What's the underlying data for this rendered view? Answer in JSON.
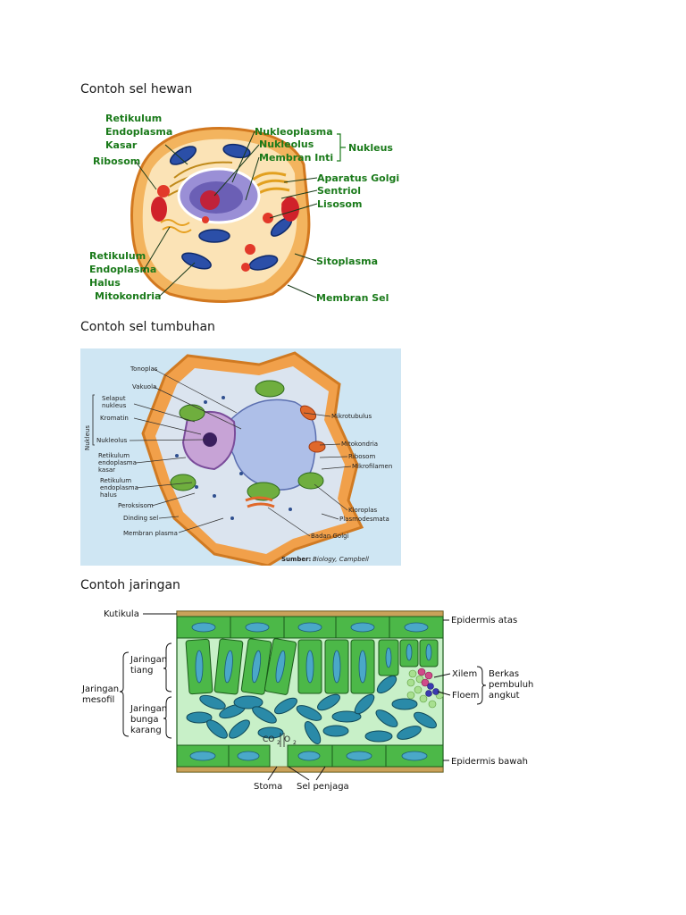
{
  "sections": {
    "animal_heading": "Contoh sel hewan",
    "plant_heading": "Contoh sel tumbuhan",
    "tissue_heading": "Contoh jaringan"
  },
  "animal": {
    "ret_kasar_1": "Retikulum",
    "ret_kasar_2": "Endoplasma",
    "ret_kasar_3": "Kasar",
    "ribosom": "Ribosom",
    "ret_halus_1": "Retikulum",
    "ret_halus_2": "Endoplasma",
    "ret_halus_3": "Halus",
    "mitokondria": "Mitokondria",
    "nukleoplasma": "Nukleoplasma",
    "nukleolus": "Nukleolus",
    "membran_inti": "Membran Inti",
    "nukleus": "Nukleus",
    "aparatus_golgi": "Aparatus Golgi",
    "sentriol": "Sentriol",
    "lisosom": "Lisosom",
    "sitoplasma": "Sitoplasma",
    "membran_sel": "Membran Sel"
  },
  "plant": {
    "tonoplas": "Tonoplas",
    "vakuola": "Vakuola",
    "nukleus_side": "Nukleus",
    "selaput_1": "Selaput",
    "selaput_2": "nukleus",
    "kromatin": "Kromatin",
    "nukleolus": "Nukleolus",
    "rek_1": "Retikulum",
    "rek_2": "endoplasma",
    "rek_3": "kasar",
    "reh_1": "Retikulum",
    "reh_2": "endoplasma",
    "reh_3": "halus",
    "peroksisom": "Peroksisom",
    "dinding_sel": "Dinding sel",
    "membran_plasma": "Membran plasma",
    "mikrotubulus": "Mikrotubulus",
    "mitokondria": "Mitokondria",
    "ribosom": "Ribosom",
    "mikrofilamen": "Mikrofilamen",
    "kloroplas": "Kloroplas",
    "plasmodesmata": "Plasmodesmata",
    "badan_golgi": "Badan Golgi",
    "sumber_label": "Sumber:",
    "sumber_value": "Biology, Campbell"
  },
  "tissue": {
    "kutikula": "Kutikula",
    "epidermis_atas": "Epidermis atas",
    "tiang_1": "Jaringan",
    "tiang_2": "tiang",
    "mesofil_1": "Jaringan",
    "mesofil_2": "mesofil",
    "bunga_1": "Jaringan",
    "bunga_2": "bunga",
    "bunga_3": "karang",
    "xilem": "Xilem",
    "floem": "Floem",
    "berkas_1": "Berkas",
    "berkas_2": "pembuluh",
    "berkas_3": "angkut",
    "co2": "CO",
    "co2_sub": "2",
    "o2": "O",
    "o2_sub": "2",
    "epidermis_bawah": "Epidermis bawah",
    "stoma": "Stoma",
    "sel_penjaga": "Sel penjaga"
  },
  "colors": {
    "label_green": "#1a7a1a",
    "cell_green": "#4cb848",
    "mesophyll_bg": "#c8f0c8",
    "chloroplast": "#2a8aa8",
    "plant_bg": "#cfe6f3",
    "cell_wall": "#e8892c"
  }
}
